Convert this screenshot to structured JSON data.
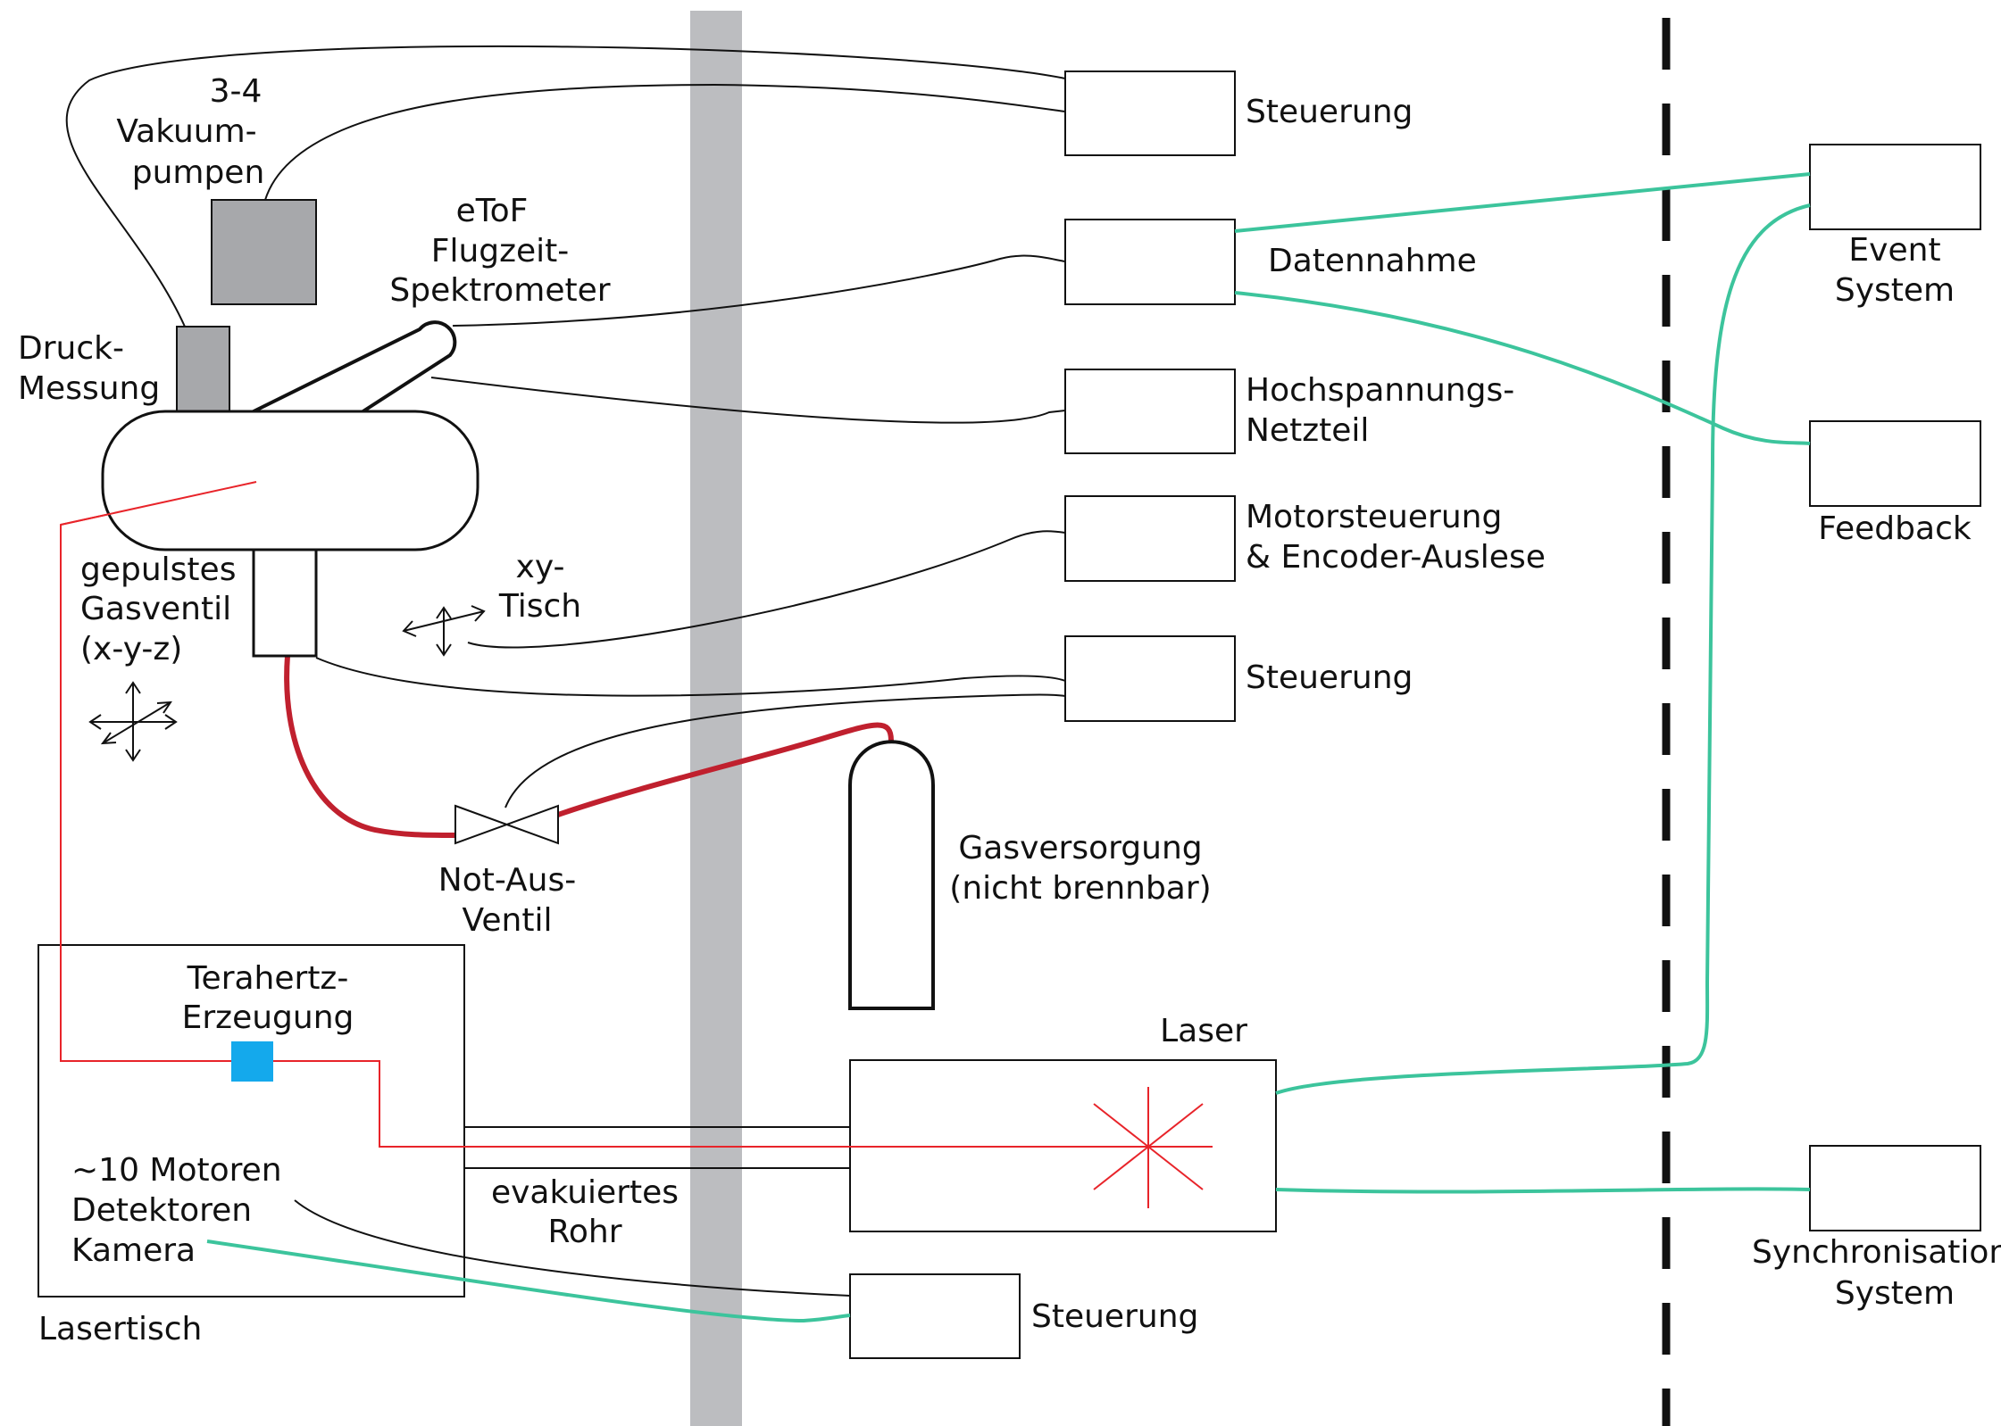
{
  "labels": {
    "vac_count": "3-4",
    "vac_l1": "Vakuum-",
    "vac_l2": "pumpen",
    "etof_l1": "eToF",
    "etof_l2": "Flugzeit-",
    "etof_l3": "Spektrometer",
    "druck_l1": "Druck-",
    "druck_l2": "Messung",
    "valve_l1": "gepulstes",
    "valve_l2": "Gasventil",
    "valve_l3": "(x-y-z)",
    "xy_l1": "xy-",
    "xy_l2": "Tisch",
    "notaus_l1": "Not-Aus-",
    "notaus_l2": "Ventil",
    "gas_l1": "Gasversorgung",
    "gas_l2": "(nicht brennbar)",
    "thz_l1": "Terahertz-",
    "thz_l2": "Erzeugung",
    "motoren_l1": "~10 Motoren",
    "motoren_l2": "Detektoren",
    "motoren_l3": "Kamera",
    "lasertisch": "Lasertisch",
    "rohr_l1": "evakuiertes",
    "rohr_l2": "Rohr",
    "laser": "Laser",
    "steuerung_1": "Steuerung",
    "datennahme": "Datennahme",
    "hv_l1": "Hochspannungs-",
    "hv_l2": "Netzteil",
    "motor_l1": "Motorsteuerung",
    "motor_l2": "& Encoder-Auslese",
    "steuerung_2": "Steuerung",
    "steuerung_3": "Steuerung",
    "event_l1": "Event",
    "event_l2": "System",
    "feedback": "Feedback",
    "sync_l1": "Synchronisations-",
    "sync_l2": "System"
  },
  "colors": {
    "gas_line": "#c0202e",
    "laser_beam": "#e8242a",
    "fiber": "#3cc49c",
    "wall": "#bcbdc0",
    "pump": "#a7a8ab",
    "thz_crystal": "#14a9ec"
  }
}
